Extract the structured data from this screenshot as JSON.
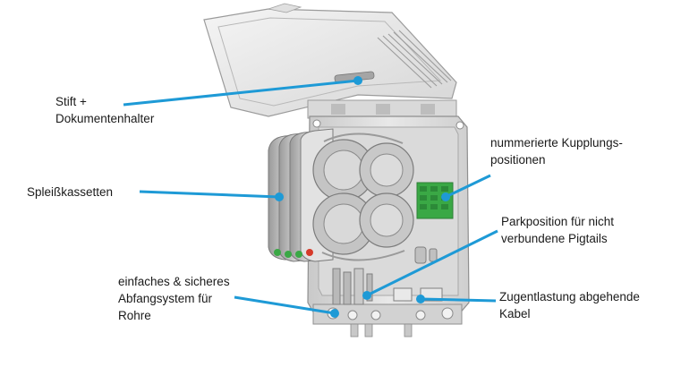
{
  "labels": {
    "stift": "Stift +\nDokumentenhalter",
    "spleiss": "Spleißkassetten",
    "abfang": "einfaches & sicheres\nAbfangsystem für\nRohre",
    "kupplung": "nummerierte Kupplungs-\npositionen",
    "park": "Parkposition für nicht\nverbundene Pigtails",
    "zug": "Zugentlastung abgehende\nKabel"
  },
  "colors": {
    "callout": "#1e9ad6",
    "housing": "#e4e4e4",
    "housing_dark": "#8f8f8f",
    "adapter_green": "#3aa845",
    "accent_red": "#d63a2a"
  }
}
